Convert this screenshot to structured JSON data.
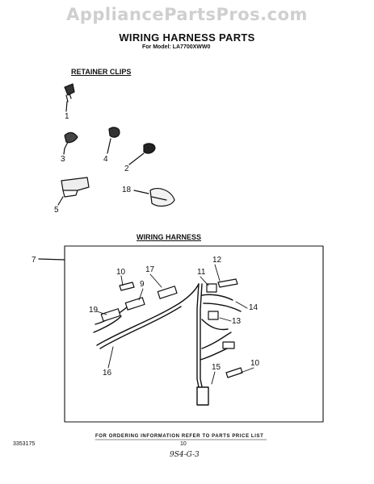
{
  "watermark": "AppliancePartsPros.com",
  "title": "WIRING HARNESS PARTS",
  "model_line": "For Model: LA7700XWW0",
  "sections": {
    "retainer_clips": "RETAINER CLIPS",
    "wiring_harness": "WIRING HARNESS"
  },
  "callouts": {
    "c1": "1",
    "c2": "2",
    "c3": "3",
    "c4": "4",
    "c5": "5",
    "c18": "18",
    "c7": "7",
    "c10a": "10",
    "c17": "17",
    "c9": "9",
    "c11": "11",
    "c12": "12",
    "c19": "19",
    "c14": "14",
    "c13": "13",
    "c16": "16",
    "c15": "15",
    "c10b": "10"
  },
  "footer": {
    "ordering_note": "FOR ORDERING INFORMATION REFER TO PARTS PRICE LIST",
    "doc_number": "3353175",
    "page_number": "10",
    "handwritten": "9S4-G-3"
  }
}
